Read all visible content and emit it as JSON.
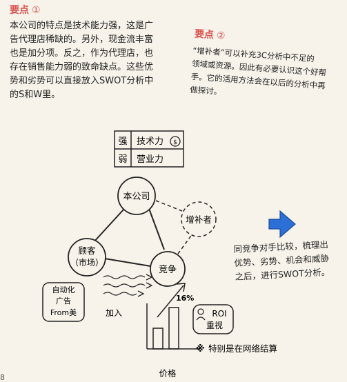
{
  "point1": {
    "title": "要点",
    "num": "①",
    "lines": [
      "本公司的特点是技术能力强，这是广",
      "告代理店稀缺的。另外，现金流丰富",
      "也是加分项。反之，作为代理店，也",
      "存在销售能力弱的致命缺点。这些优",
      "势和劣势可以直接放入SWOT分析中",
      "的S和W里。"
    ]
  },
  "point2": {
    "title": "要点",
    "num": "②",
    "lines": [
      "“增补者”可以补充3C分析中不足的",
      "领域或资源。因此有必要认识这个好帮",
      "手。它的活用方法会在以后的分析中再",
      "做探讨。"
    ]
  },
  "diagram": {
    "table": {
      "rows": [
        {
          "key": "强",
          "value": "技术力"
        },
        {
          "key": "弱",
          "value": "营业力"
        }
      ]
    },
    "nodes": {
      "company": "本公司",
      "supplement": "增补者",
      "customer_line1": "顾客",
      "customer_line2": "（市场）",
      "competition": "竞争"
    },
    "ad_box": {
      "line1": "自动化",
      "line2": "广告",
      "line3": "From美"
    },
    "add_label": "加入",
    "percent_label": "16%",
    "roi_line1": "ROI",
    "roi_line2": "重视",
    "note_mark": "※",
    "note_text": "特别是在网络结算",
    "price_label": "价格"
  },
  "right_note": {
    "lines": [
      "同竞争对手比较，梳理出",
      "优势、劣势、机会和威胁",
      "之后，进行SWOT分析。"
    ]
  },
  "page_number": "8",
  "colors": {
    "accent": "#d9534f",
    "arrow": "#2c6fd6"
  }
}
